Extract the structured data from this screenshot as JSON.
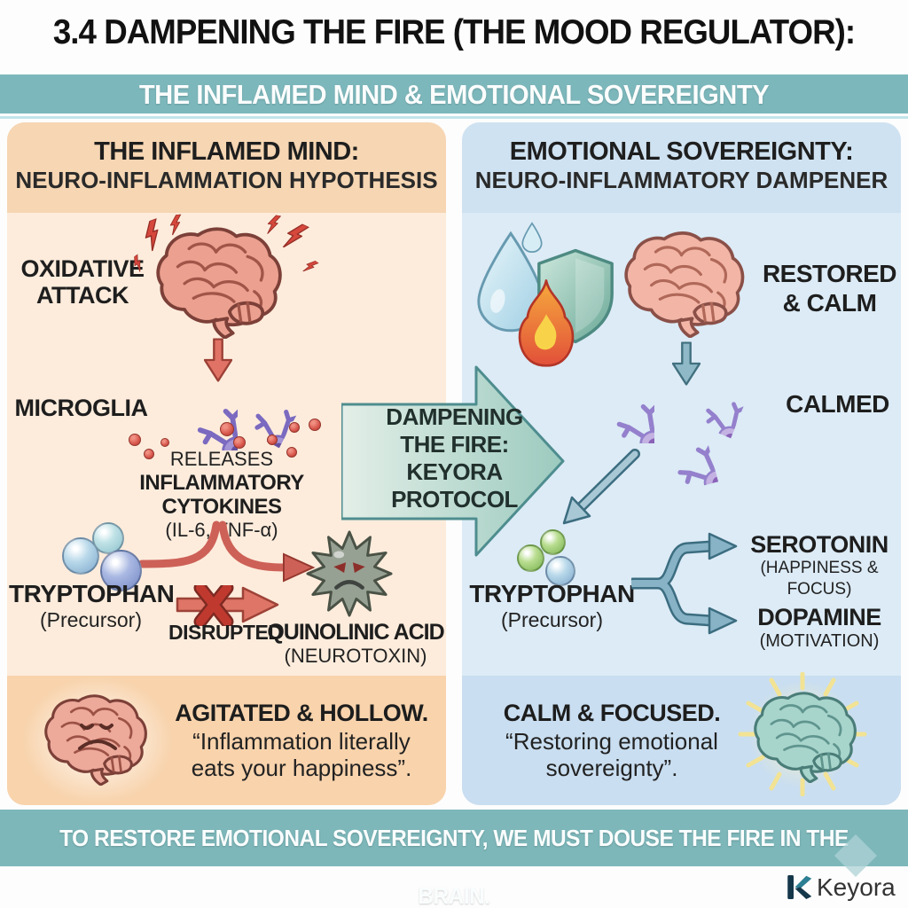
{
  "title": "3.4 DAMPENING THE FIRE (THE MOOD REGULATOR):",
  "banner": "THE INFLAMED MIND & EMOTIONAL SOVEREIGNTY",
  "left_panel": {
    "heading_line1": "THE INFLAMED MIND:",
    "heading_line2": "NEURO-INFLAMMATION HYPOTHESIS",
    "oxidative_line1": "OXIDATIVE",
    "oxidative_line2": "ATTACK",
    "microglia_label": "MICROGLIA",
    "releases_line1": "RELEASES",
    "releases_line2": "INFLAMMATORY CYTOKINES",
    "releases_line3": "(IL-6, TNF-α)",
    "tryptophan_label": "TRYPTOPHAN",
    "tryptophan_sub": "(Precursor)",
    "disrupted_label": "DISRUPTED",
    "quinolinic_label": "QUINOLINIC ACID",
    "quinolinic_sub": "(NEUROTOXIN)",
    "footer_heading": "AGITATED & HOLLOW.",
    "footer_quote_line1": "“Inflammation literally",
    "footer_quote_line2": "eats your happiness”."
  },
  "center_arrow": {
    "line1": "DAMPENING",
    "line2": "THE FIRE:",
    "line3": "KEYORA",
    "line4": "PROTOCOL"
  },
  "right_panel": {
    "heading_line1": "EMOTIONAL SOVEREIGNTY:",
    "heading_line2": "NEURO-INFLAMMATORY DAMPENER",
    "restored_line1": "RESTORED",
    "restored_line2": "& CALM",
    "calmed_label": "CALMED",
    "tryptophan_label": "TRYPTOPHAN",
    "tryptophan_sub": "(Precursor)",
    "serotonin_label": "SEROTONIN",
    "serotonin_sub": "(HAPPINESS & FOCUS)",
    "dopamine_label": "DOPAMINE",
    "dopamine_sub": "(MOTIVATION)",
    "footer_heading": "CALM & FOCUSED.",
    "footer_quote_line1": "“Restoring emotional",
    "footer_quote_line2": "sovereignty”."
  },
  "bottom_banner": "TO RESTORE EMOTIONAL SOVEREIGNTY, WE MUST DOUSE THE FIRE IN THE BRAIN.",
  "logo_text": "Keyora",
  "icons": {
    "inflamed_brain": "pink brain with red lightning bolts",
    "lightning": "red bolt shape",
    "down_arrow_red": "red downward block arrow",
    "microglia": "purple branched glial cell",
    "cytokine_dot": "small red sphere",
    "tryptophan_molecule": "cluster of shiny spheres",
    "disrupted_arrow": "red right arrow crossed by X",
    "neurotoxin_virus": "spiky gray ball with angry face",
    "sad_brain": "frowning pink brain",
    "water_drop": "blue teardrop",
    "shield": "teal shield",
    "fire": "orange flame",
    "calm_brain": "soft pink brain",
    "down_arrow_teal": "teal downward block arrow",
    "diagonal_arrow": "teal arrow pointing down-left",
    "fork_arrow": "teal branching double arrow",
    "glowing_brain": "teal brain with yellow rays",
    "keyora_logo": "stylized K mark",
    "diamond_watermark": "pale teal diamond"
  },
  "colors": {
    "banner_teal": "#7cb7bb",
    "left_panel_bg": "#fdecdc",
    "left_band_bg": "#f6d6b3",
    "left_footer_bg": "#f8d3ac",
    "right_panel_bg": "#dcebf6",
    "right_band_bg": "#cfe2f1",
    "right_footer_bg": "#c9def0",
    "center_arrow_fill": "#b9d8cd",
    "center_arrow_outline": "#4e8d8f",
    "alert_red": "#d9584c",
    "calm_steel_blue": "#88b3c6",
    "microglia_purple": "#a394d6",
    "logo_navy": "#15374a",
    "logo_teal": "#2d7f93"
  }
}
